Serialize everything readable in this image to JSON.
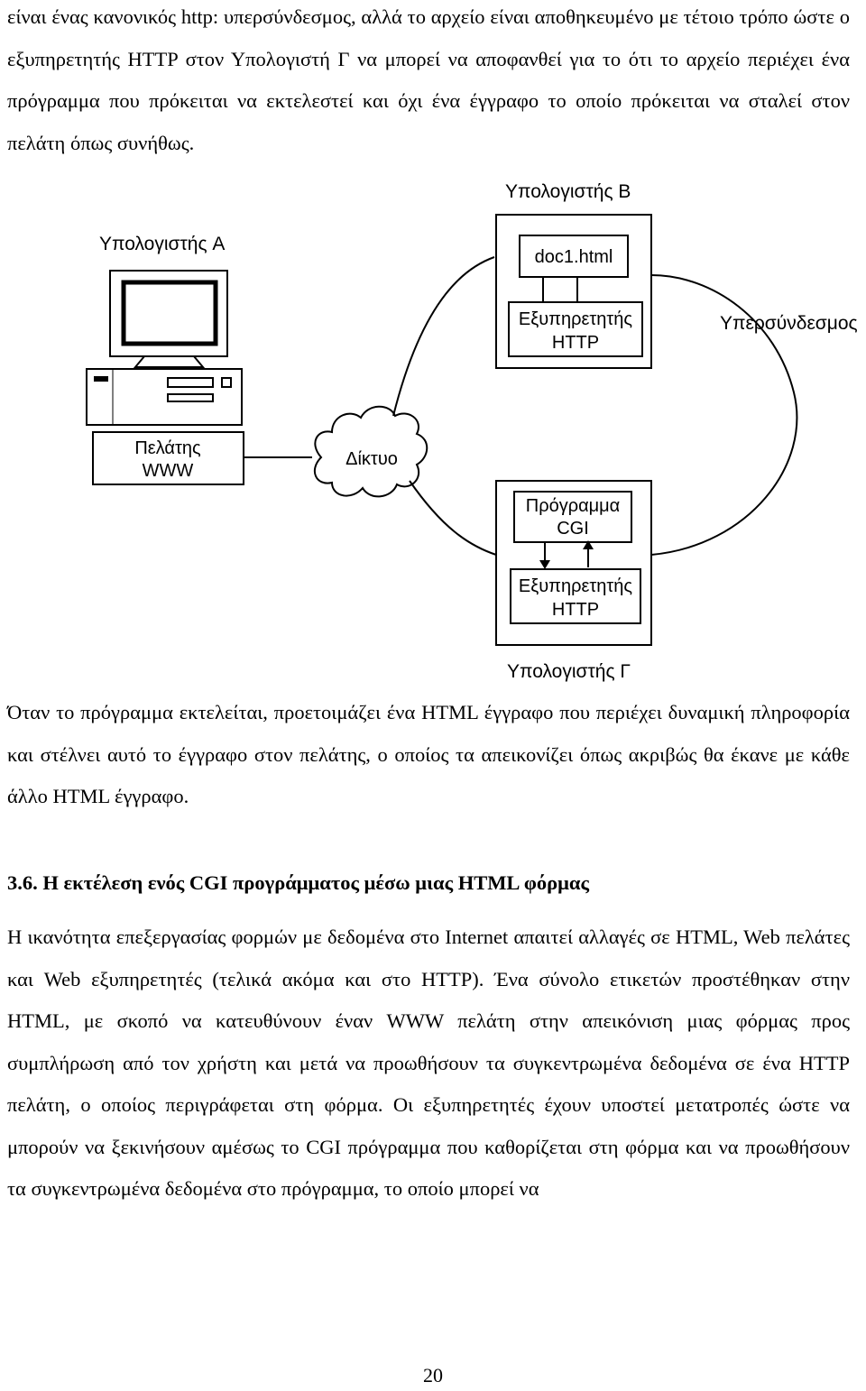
{
  "paragraph_intro": "είναι ένας κανονικός http: υπερσύνδεσμος, αλλά το αρχείο είναι αποθηκευμένο με τέτοιο τρόπο ώστε ο εξυπηρετητής HTTP στον Υπολογιστή Γ να μπορεί να αποφανθεί για το ότι το αρχείο περιέχει ένα πρόγραμμα που πρόκειται να εκτελεστεί και όχι ένα έγγραφο το οποίο πρόκειται να σταλεί στον πελάτη όπως συνήθως.",
  "diagram": {
    "computer_a_label": "Υπολογιστής A",
    "client_label_line1": "Πελάτης",
    "client_label_line2": "WWW",
    "network_label": "Δίκτυο",
    "computer_b_label": "Υπολογιστής B",
    "doc_label": "doc1.html",
    "server_b_line1": "Εξυπηρετητής",
    "server_b_line2": "HTTP",
    "hyperlink_label": "Υπερσύνδεσμος",
    "cgi_line1": "Πρόγραμμα",
    "cgi_line2": "CGI",
    "server_c_line1": "Εξυπηρετητής",
    "server_c_line2": "HTTP",
    "computer_c_label": "Υπολογιστής Γ"
  },
  "paragraph_after_figure": "Όταν το πρόγραμμα εκτελείται, προετοιμάζει ένα HTML έγγραφο που περιέχει δυναμική πληροφορία και στέλνει αυτό το έγγραφο στον πελάτης, ο οποίος τα απεικονίζει όπως ακριβώς θα έκανε με κάθε άλλο HTML έγγραφο.",
  "section_heading": "3.6. Η εκτέλεση ενός CGI προγράμματος μέσω μιας HTML φόρμας",
  "paragraph_section": "Η ικανότητα επεξεργασίας φορμών με δεδομένα στο Internet απαιτεί αλλαγές σε HTML, Web πελάτες και Web εξυπηρετητές (τελικά ακόμα και στο HTTP). Ένα σύνολο ετικετών προστέθηκαν στην HTML, με σκοπό να κατευθύνουν έναν WWW πελάτη στην απεικόνιση μιας φόρμας προς συμπλήρωση από τον χρήστη και μετά να προωθήσουν τα συγκεντρωμένα δεδομένα σε ένα HTTP πελάτη, ο οποίος περιγράφεται στη φόρμα. Οι εξυπηρετητές έχουν υποστεί μετατροπές ώστε να μπορούν να ξεκινήσουν αμέσως το CGI πρόγραμμα που καθορίζεται στη φόρμα και να προωθήσουν τα συγκεντρωμένα δεδομένα στο πρόγραμμα, το οποίο μπορεί να",
  "page_number": "20"
}
